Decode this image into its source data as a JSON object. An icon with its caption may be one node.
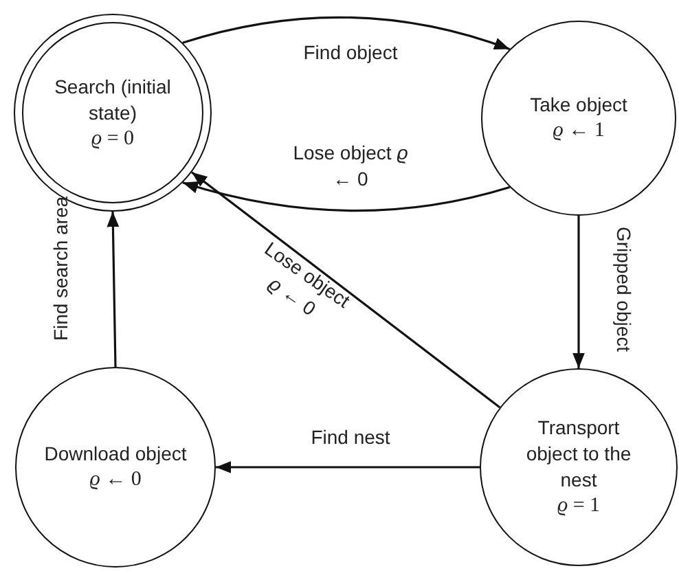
{
  "diagram": {
    "nodes": [
      {
        "text": [
          "Search (initial state)",
          "*ϱ* = 0"
        ]
      },
      {
        "text": [
          "Take object",
          "*ϱ* ← 1"
        ]
      },
      {
        "text": [
          "Transport object to the nest",
          "*ϱ* = 1"
        ]
      },
      {
        "text": [
          "Download object",
          "*ϱ* ← 0"
        ]
      }
    ],
    "edges": [
      {
        "from": 0,
        "to": 1,
        "arrow": "to",
        "label": "Find object"
      },
      {
        "from": 1,
        "to": 0,
        "arrow": "to",
        "label": "Lose object *ϱ* ← 0"
      },
      {
        "from": 1,
        "to": 2,
        "arrow": "to",
        "label": "Gripped object"
      },
      {
        "from": 2,
        "to": 0,
        "arrow": "to",
        "label": "Lose object *ϱ* ← 0"
      },
      {
        "from": 2,
        "to": 3,
        "arrow": "to",
        "label": "Find nest"
      },
      {
        "from": 3,
        "to": 0,
        "arrow": "to",
        "label": "Find search area"
      }
    ]
  }
}
